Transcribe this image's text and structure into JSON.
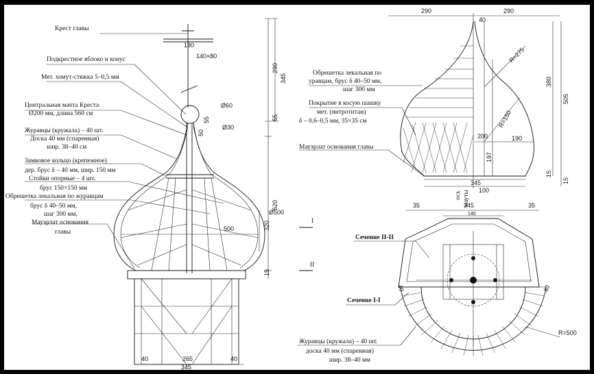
{
  "labels": {
    "krest": "Крест главы",
    "yabloko": "Подкрестное яблоко и конус",
    "homut": "Мет. хомут-стяжка 5–0,5 мм",
    "machta1": "Центральная мачта Креста",
    "machta2": "Ø200 мм, длина 560 см",
    "zhur1": "Журавцы (кружала) – 40 шт.",
    "zhur2": "Доска 40 мм (спаренная)",
    "zhur3": "шир. 38–40 см",
    "zamok1": "Замковое кольцо (крепежное)",
    "zamok2": "дер. брус δ – 40 мм, шир. 150 мм",
    "stoyki1": "Стойки опорные – 4 шт.",
    "stoyki2": "брус 150×150 мм",
    "obr1": "Обрешетка лекальная по журавцам",
    "obr2": "брус δ 40–50 мм,",
    "obr3": "шаг 300 мм,",
    "mau1": "Мауэрлат основания",
    "mau2": "главы",
    "robr1": "Обрешетка лекальная по",
    "robr2": "уравцам, брус δ 40–50 мм,",
    "robr3": "шаг 300 мм",
    "pokr1": "Покрытие в косую шашку",
    "pokr2": "мет. (нитротитан)",
    "pokr3": "δ – 0,6–0,5 мм, 35×35 см",
    "rmau": "Мауэрлат основания главы",
    "sec2": "Сечение II-II",
    "sec1": "Сечение I-I",
    "rzh1": "Журавцы (кружала) – 40 шт.",
    "rzh2": "доска 40 мм (спаренная)",
    "rzh3": "шир. 38–40 мм",
    "os1": "ось",
    "os2": "мауты",
    "sI": "I",
    "sII": "II"
  },
  "dims": {
    "d180": "180",
    "d140x80": "140×80",
    "d290": "290",
    "d345": "345",
    "d60": "Ø60",
    "d55a": "55",
    "d55b": "55",
    "d50": "50",
    "d30": "Ø30",
    "d520": "520",
    "d500": "500",
    "d320": "320",
    "d500b": "Ø500",
    "d15": "15",
    "d40l": "40",
    "d265": "265",
    "d40r": "40",
    "d345b": "345",
    "r290a": "290",
    "r290b": "290",
    "r40": "40",
    "rR275": "R=275",
    "r380": "380",
    "r505": "505",
    "rR150": "R=150",
    "r200": "200",
    "r190": "190",
    "r197": "197",
    "r15a": "15",
    "r15b": "15",
    "r345": "345",
    "r100": "100",
    "s35a": "35",
    "s345": "345",
    "s35b": "35",
    "s140": "140",
    "s40a": "40",
    "s40b": "40",
    "sR500": "R=500"
  }
}
